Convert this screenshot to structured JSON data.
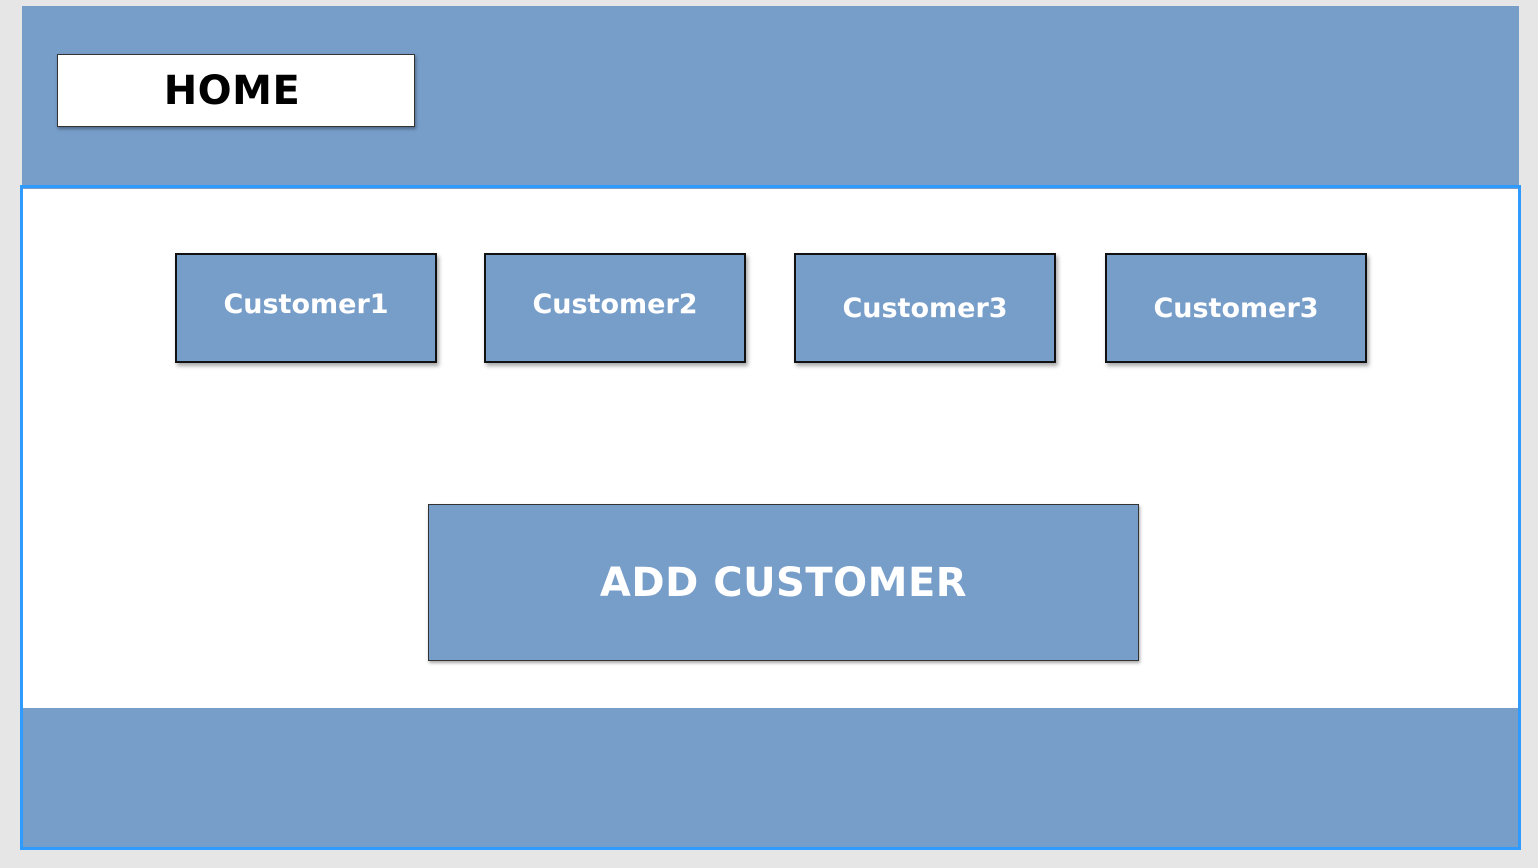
{
  "header": {
    "home_label": "HOME"
  },
  "customers": [
    {
      "label": "Customer1"
    },
    {
      "label": "Customer2"
    },
    {
      "label": "Customer3"
    },
    {
      "label": "Customer3"
    }
  ],
  "actions": {
    "add_customer_label": "ADD CUSTOMER"
  },
  "colors": {
    "background": "#e6e6e6",
    "brand_blue": "#779dc9",
    "content_white": "#ffffff",
    "selection_border": "#2f9bff",
    "text_dark": "#000000",
    "text_light": "#ffffff"
  }
}
